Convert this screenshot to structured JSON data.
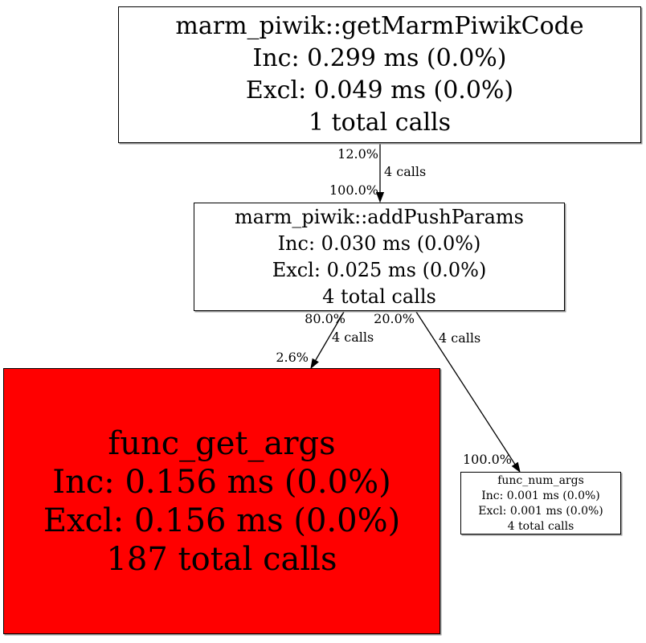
{
  "colors": {
    "background": "#ffffff",
    "node_border": "#000000",
    "node_fill": "#ffffff",
    "hot_node_fill": "#ff0000",
    "edge": "#000000",
    "text": "#000000"
  },
  "graph": {
    "nodes": {
      "get_marm_piwik_code": {
        "title": "marm_piwik::getMarmPiwikCode",
        "inc": "Inc: 0.299 ms (0.0%)",
        "excl": "Excl: 0.049 ms (0.0%)",
        "calls": "1 total calls",
        "fill": "#ffffff"
      },
      "add_push_params": {
        "title": "marm_piwik::addPushParams",
        "inc": "Inc: 0.030 ms (0.0%)",
        "excl": "Excl: 0.025 ms (0.0%)",
        "calls": "4 total calls",
        "fill": "#ffffff"
      },
      "func_get_args": {
        "title": "func_get_args",
        "inc": "Inc: 0.156 ms (0.0%)",
        "excl": "Excl: 0.156 ms (0.0%)",
        "calls": "187 total calls",
        "fill": "#ff0000"
      },
      "func_num_args": {
        "title": "func_num_args",
        "inc": "Inc: 0.001 ms (0.0%)",
        "excl": "Excl: 0.001 ms (0.0%)",
        "calls": "4 total calls",
        "fill": "#ffffff"
      }
    },
    "edges": {
      "get_marm_to_add_push": {
        "source_pct": "12.0%",
        "calls": "4 calls",
        "target_pct": "100.0%"
      },
      "add_push_to_func_get_args": {
        "source_pct": "80.0%",
        "calls": "4 calls",
        "target_pct": "2.6%"
      },
      "add_push_to_func_num_args": {
        "source_pct": "20.0%",
        "calls": "4 calls",
        "target_pct": "100.0%"
      }
    }
  }
}
